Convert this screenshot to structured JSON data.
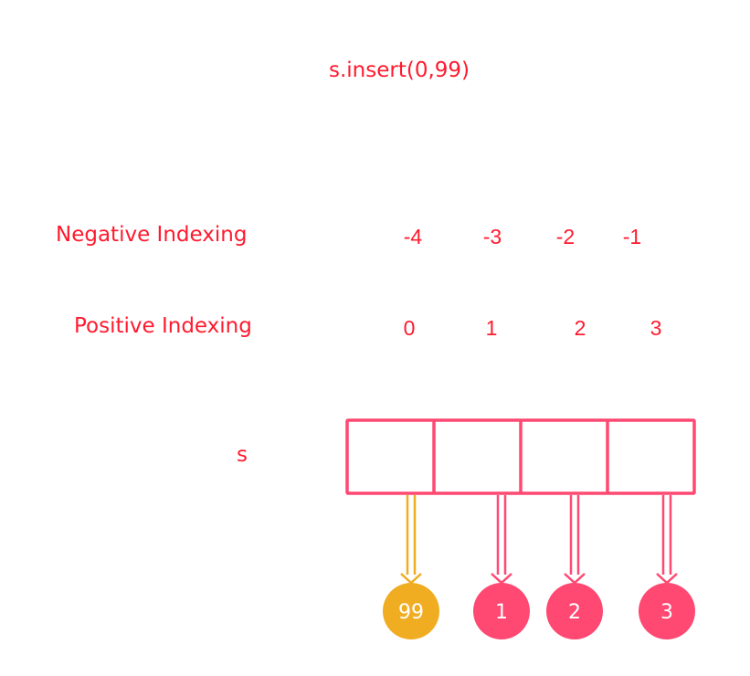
{
  "title": "s.insert(0,99)",
  "labels": {
    "negative": "Negative Indexing",
    "positive": "Positive Indexing",
    "variable": "s"
  },
  "negative_indices": [
    "-4",
    "-3",
    "-2",
    "-1"
  ],
  "positive_indices": [
    "0",
    "1",
    "2",
    "3"
  ],
  "nodes": [
    {
      "value": "99",
      "color": "#f0ad22",
      "inserted": true
    },
    {
      "value": "1",
      "color": "#ff4872",
      "inserted": false
    },
    {
      "value": "2",
      "color": "#ff4872",
      "inserted": false
    },
    {
      "value": "3",
      "color": "#ff4872",
      "inserted": false
    }
  ],
  "colors": {
    "text": "#ff1a2e",
    "box": "#ff4872",
    "inserted": "#f0ad22"
  }
}
